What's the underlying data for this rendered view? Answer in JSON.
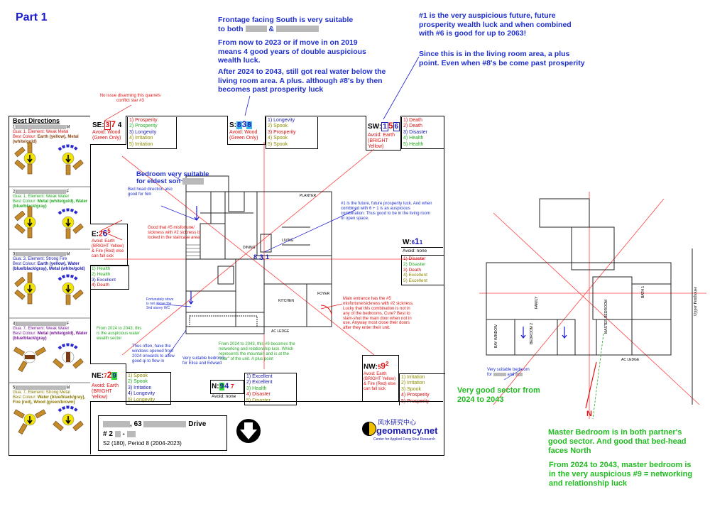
{
  "part_title": "Part 1",
  "notes_top": {
    "frontage_1": "Frontage facing South is very suitable",
    "frontage_2_prefix": "to both",
    "frontage_amp": "&",
    "now_2023": "From now to 2023 or if move in on 2019 means 4 good years of double auspicious wealth luck.",
    "after_2024": "After 2024 to 2043, still got real water below the living room area. A plus. although #8's by then becomes past prosperity luck",
    "one_auspicious": "#1 is the very auspicious future, future prosperity wealth luck and when combined with #6 is good for up to 2063!",
    "living_room": "Since this is in the living room area, a plus point. Even when #8's be come past prosperity",
    "no_issue": "No issue disarming this quarrels conflict star #3"
  },
  "best_directions": {
    "title": "Best Directions",
    "persons": [
      {
        "num": "1)",
        "suffix": "M",
        "gua": "Gua: 1, Element: Weak Metal",
        "colour_label": "Best Colour:",
        "colour": "Earth (yellow), Metal (white/gold)"
      },
      {
        "num": "2)",
        "suffix": "F",
        "gua": "Gua: 1, Element: Weak Water",
        "colour_label": "Best Colour:",
        "colour": "Metal (white/gold), Water (blue/black/gray)"
      },
      {
        "num": "3)",
        "suffix": "M",
        "gua": "Gua: 3, Element: Strong Fire",
        "colour_label": "Best Colour:",
        "colour": "Earth (yellow), Water (blue/black/gray), Metal (white/gold)"
      },
      {
        "num": "4)",
        "suffix": "F",
        "gua": "Gua: 7, Element: Weak Water",
        "colour_label": "Best Colour:",
        "colour": "Metal (white/gold), Water (blue/black/gray)"
      },
      {
        "num": "5)",
        "suffix": "M",
        "gua": "Gua: 7, Element: Strong Metal",
        "colour_label": "Best Colour:",
        "colour": "Water (blue/black/gray), Fire (red), Wood (green/brown)"
      }
    ]
  },
  "sectors": {
    "se": {
      "label": "SE:",
      "n1": "3",
      "n2": "7",
      "n3": "4",
      "avoid": "Avoid: Wood (Green Only)",
      "list": [
        "1) Prosperity",
        "2) Prosperity",
        "3) Longevity",
        "4) Irritation",
        "5) Irritation"
      ]
    },
    "s": {
      "label": "S:",
      "n1": "8",
      "n2": "3",
      "n3": "8",
      "avoid": "Avoid: Wood (Green Only)",
      "list": [
        "1) Longevity",
        "2) Spook",
        "3) Prosperity",
        "4) Spook",
        "5) Spook"
      ]
    },
    "sw": {
      "label": "SW:",
      "n1": "1",
      "n2": "5",
      "n3": "6",
      "avoid": "Avoid: Earth (BRIGHT Yellow)",
      "list": [
        "1) Death",
        "2) Death",
        "3) Disaster",
        "4) Health",
        "5) Health"
      ]
    },
    "e": {
      "label": "E:",
      "n1": "2",
      "n2": "6",
      "n3": "5",
      "avoid": "Avoid: Earth (BRIGHT Yellow) & Fire (Red) else can fall sick",
      "list": [
        "1) Health",
        "2) Health",
        "3) Excellent",
        "4) Death"
      ]
    },
    "w": {
      "label": "W:",
      "n1": "6",
      "n2": "1",
      "n3": "1",
      "avoid": "Avoid: none",
      "list": [
        "1) Disaster",
        "2) Disaster",
        "3) Death",
        "4) Excellent",
        "5) Excellent"
      ]
    },
    "ne": {
      "label": "NE:",
      "n1": "7",
      "n2": "2",
      "n3": "9",
      "avoid": "Avoid: Earth (BRIGHT Yellow)",
      "list": [
        "1) Spook",
        "2) Spook",
        "3) Irritation",
        "4) Longevity",
        "5) Longevity"
      ]
    },
    "n": {
      "label": "N:",
      "n1": "9",
      "n2": "4",
      "n3": "7",
      "avoid": "Avoid: none",
      "list": [
        "1) Excellent",
        "2) Excellent",
        "3) Health",
        "4) Disaster",
        "5) Disaster"
      ]
    },
    "nw": {
      "label": "NW:",
      "n1": "5",
      "n2": "9",
      "n3": "2",
      "avoid": "Avoid: Earth (BRIGHT Yellow) & Fire (Red) else can fall sick",
      "list": [
        "1) Irritation",
        "2) Irritation",
        "3) Spook",
        "4) Prosperity",
        "5) Prosperity"
      ]
    }
  },
  "plan_notes": {
    "bedroom_title": "Bedroom very suitable for eldest son",
    "bed_head": "Bed head direction also good for him",
    "misfortune": "Good that #5 misfortune/ sickness with #2 sickness is locked in the staircase area",
    "future_one": "#1 is the future, future prosperity luck. And when combined with 6 + 1 is an auspicious combination. Thus good to be in the living room or open space.",
    "fortunately": "Fortunately stove is not above the 2nd storey WC",
    "main_entrance": "Main entrance has the #5 misfortune/sickness with #2 sickness. Lucky that this combination is not in any of the bedrooms. Cure? Best to slam-shut the main door when not in use. Anyway most close their doors after they enter their unit.",
    "ne_2024": "From 2024 to 2043, this is the auspicious water wealth sector",
    "windows": "Thus often, have the windows opened from 2024 onwards to allow good qi to flow in",
    "very_suitable_ee": "Very suitable bedroom for Elise and Edward",
    "n_2024": "From 2024 to 2043, this #9 becomes the networking and relationship luck. Which represents the mountain and is at the \"rear\" of the unit. A plus point",
    "very_suitable_2": "Very suitable bedroom for",
    "and": "and"
  },
  "address": {
    "num": "63",
    "street": "Drive",
    "unit_prefix": "# 2",
    "dash": "-",
    "period": "S2 (180), Period 8 (2004-2023)"
  },
  "logo": {
    "name": "geomancy.net",
    "chinese": "风水研究中心",
    "sub": "Center for Applied Feng Shui Research"
  },
  "room_labels": {
    "planter": "PLANTER",
    "master_bedroom": "MASTER BEDROOM",
    "bedroom2": "BEDROOM 2",
    "family": "FAMILY",
    "bath1": "BATH 1",
    "bay_window": "BAY WINDOW",
    "ac_ledge": "AC LEDGE",
    "upper_penthouse": "Upper Penthouse",
    "living": "LIVING",
    "kitchen": "KITCHEN",
    "dining": "DINING",
    "foyer": "FOYER"
  },
  "right_notes": {
    "north": "N",
    "very_good": "Very good sector from 2024 to 2043",
    "master": "Master Bedroom is in both partner's good sector. And good that bed-head faces North",
    "from_2024": "From 2024 to 2043, master bedroom is in the very auspicious #9 = networking and relationship luck"
  }
}
